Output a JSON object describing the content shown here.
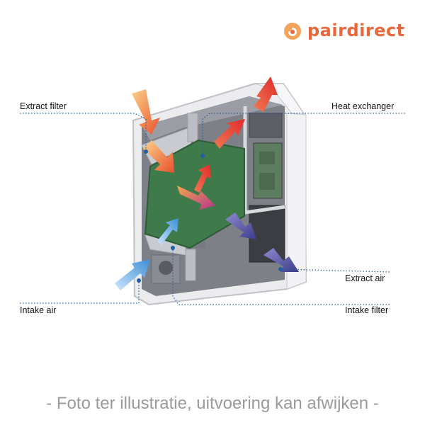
{
  "brand": {
    "name": "pairdirect",
    "color": "#e8683a"
  },
  "labels": {
    "extract_filter": "Extract filter",
    "heat_exchanger": "Heat exchanger",
    "extract_air": "Extract air",
    "intake_air": "Intake air",
    "intake_filter": "Intake filter"
  },
  "caption": "- Foto ter illustratie, uitvoering kan afwijken -",
  "colors": {
    "warm_air": "#e8502a",
    "cool_air": "#3a8fd8",
    "exhaust_air": "#3d3c8a",
    "exchanger_core": "#3e7a4a",
    "guide_line": "#1f5fa8"
  }
}
